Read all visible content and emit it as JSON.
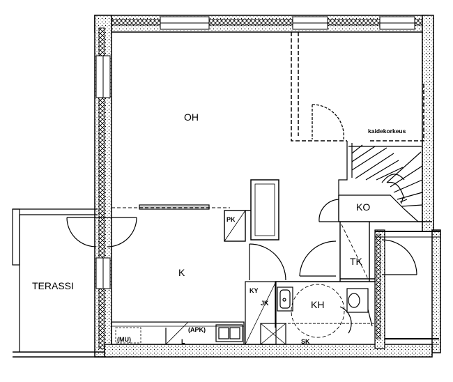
{
  "rooms": {
    "oh": "OH",
    "ko": "KO",
    "k": "K",
    "tk": "TK",
    "kh": "KH",
    "terassi": "TERASSI"
  },
  "fixtures": {
    "pk": "PK",
    "ky": "KY",
    "jk": "JK",
    "apk": "(APK)",
    "mu": "(MU)",
    "l": "L",
    "sk": "SK"
  },
  "notes": {
    "railing_height": "kaidekorkeus"
  }
}
